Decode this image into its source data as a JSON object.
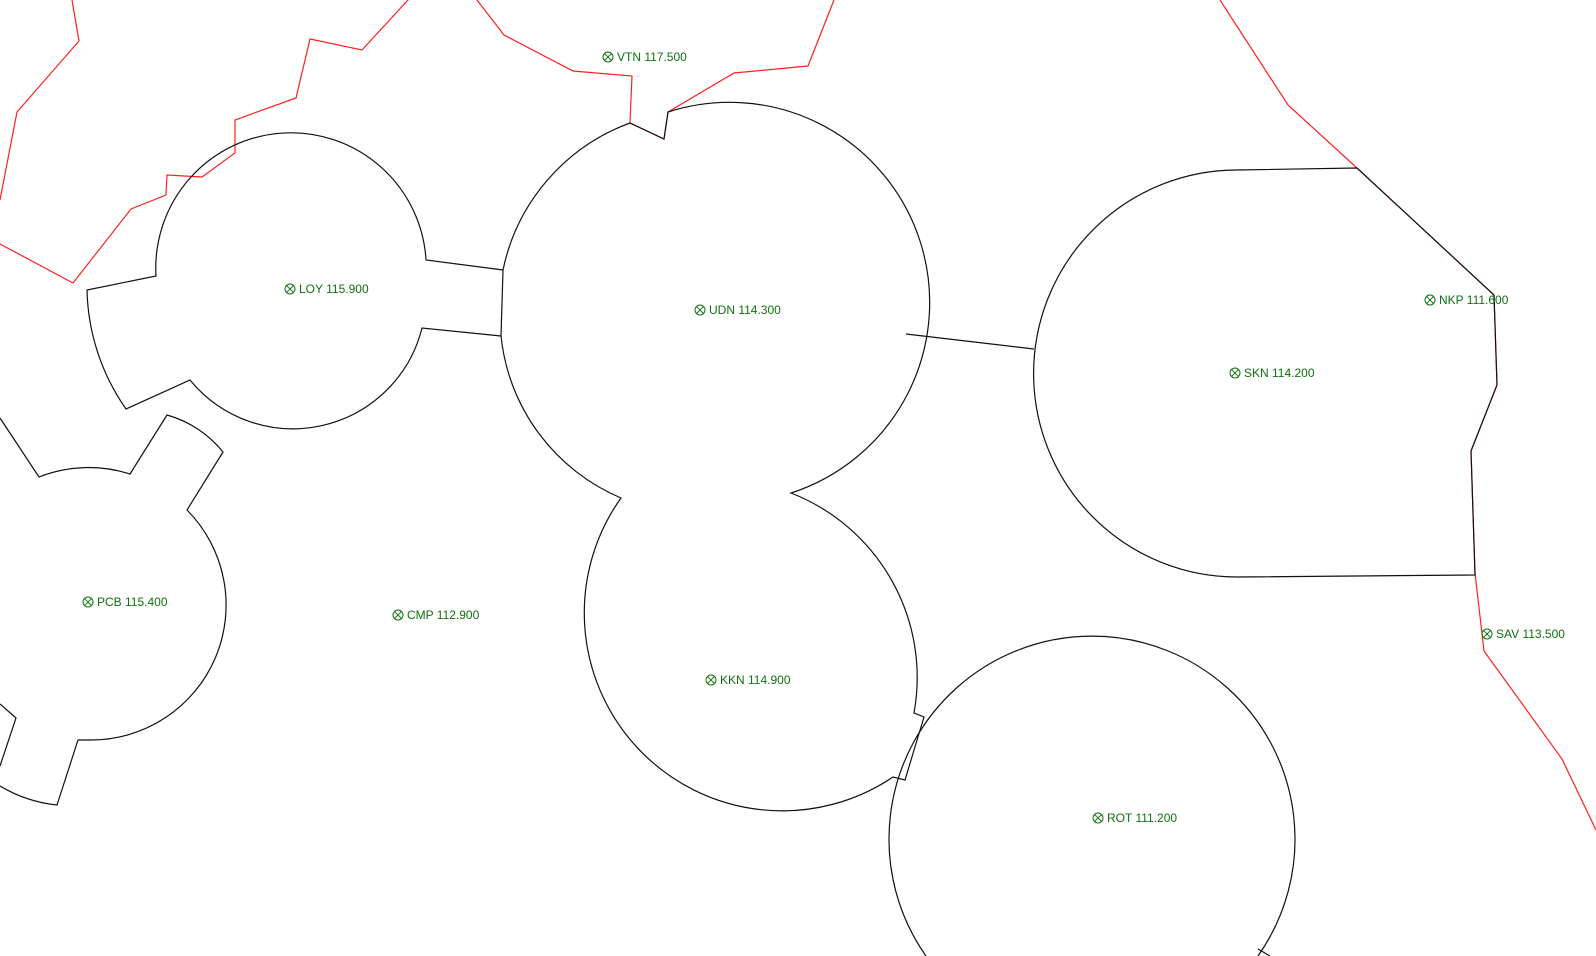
{
  "map": {
    "colors": {
      "background": "#ffffff",
      "boundary_red": "#ff2020",
      "airspace_black": "#111111",
      "navaid_green": "#107010"
    },
    "navaid_icon": "vor-icon",
    "navaids": [
      {
        "id": "VTN",
        "freq": "117.500",
        "label": "VTN 117.500"
      },
      {
        "id": "LOY",
        "freq": "115.900",
        "label": "LOY 115.900"
      },
      {
        "id": "UDN",
        "freq": "114.300",
        "label": "UDN 114.300"
      },
      {
        "id": "NKP",
        "freq": "111.600",
        "label": "NKP 111.600"
      },
      {
        "id": "SKN",
        "freq": "114.200",
        "label": "SKN 114.200"
      },
      {
        "id": "PCB",
        "freq": "115.400",
        "label": "PCB 115.400"
      },
      {
        "id": "CMP",
        "freq": "112.900",
        "label": "CMP 112.900"
      },
      {
        "id": "SAV",
        "freq": "113.500",
        "label": "SAV 113.500"
      },
      {
        "id": "KKN",
        "freq": "114.900",
        "label": "KKN 114.900"
      },
      {
        "id": "ROT",
        "freq": "111.200",
        "label": "ROT 111.200"
      }
    ]
  }
}
